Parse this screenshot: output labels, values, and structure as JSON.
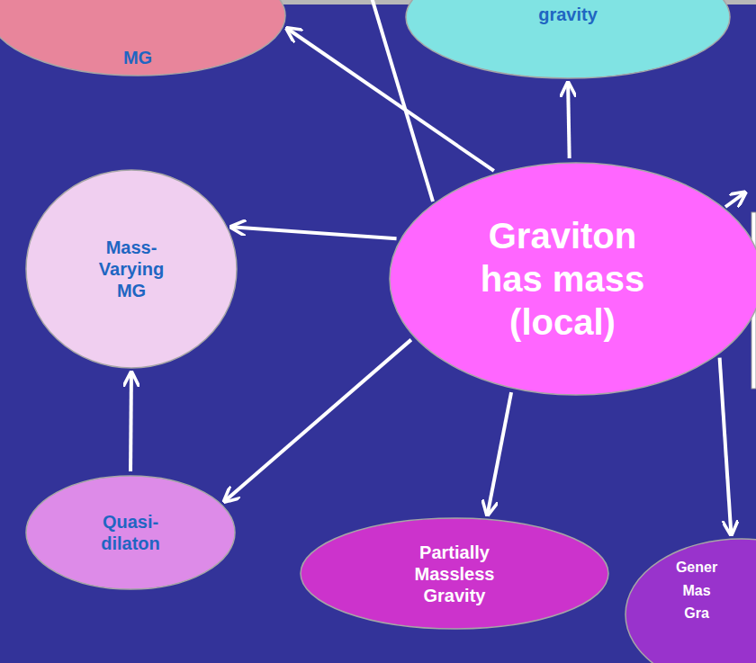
{
  "diagram": {
    "nodes": [
      {
        "text": [
          "MG"
        ]
      },
      {
        "text": [
          "gravity"
        ]
      },
      {
        "text": [
          "Mass-Varying MG"
        ]
      },
      {
        "text": [
          "Graviton has mass (local)"
        ]
      },
      {
        "text": [
          "Quasi-dilaton"
        ]
      },
      {
        "text": [
          "Partially Massless Gravity"
        ]
      },
      {
        "text": [
          "Gener Mas Gra"
        ]
      }
    ],
    "edges": [
      {
        "from": 3,
        "to": 0,
        "arrow": "to"
      },
      {
        "from": 3,
        "to": 1,
        "arrow": "to"
      },
      {
        "from": 3,
        "to": 2,
        "arrow": "to"
      },
      {
        "from": 3,
        "to": 4,
        "arrow": "to"
      },
      {
        "from": 4,
        "to": 2,
        "arrow": "to"
      },
      {
        "from": 3,
        "to": 5,
        "arrow": "to"
      },
      {
        "from": 3,
        "to": 6,
        "arrow": "to"
      }
    ]
  }
}
